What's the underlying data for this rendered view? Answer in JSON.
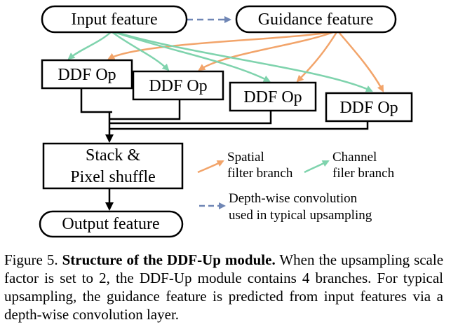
{
  "diagram": {
    "nodes": {
      "input_feature": "Input feature",
      "guidance_feature": "Guidance feature",
      "ddf_op": "DDF Op",
      "stack_line1": "Stack &",
      "stack_line2": "Pixel shuffle",
      "output_feature": "Output feature"
    },
    "legend": {
      "spatial_line1": "Spatial",
      "spatial_line2": "filter branch",
      "channel_line1": "Channel",
      "channel_line2": "filer branch",
      "depthwise_line1": "Depth-wise convolution",
      "depthwise_line2": "used in typical upsampling"
    },
    "colors": {
      "spatial": "#f2a46a",
      "channel": "#7fd3ad",
      "depthwise": "#6f86b5",
      "stroke": "#000000"
    }
  },
  "caption": {
    "label": "Figure 5.",
    "title": "Structure of the DDF-Up module.",
    "body": "When the upsampling scale factor is set to 2, the DDF-Up module contains 4 branches. For typical upsampling, the guidance feature is predicted from input features via a depth-wise convolution layer."
  }
}
